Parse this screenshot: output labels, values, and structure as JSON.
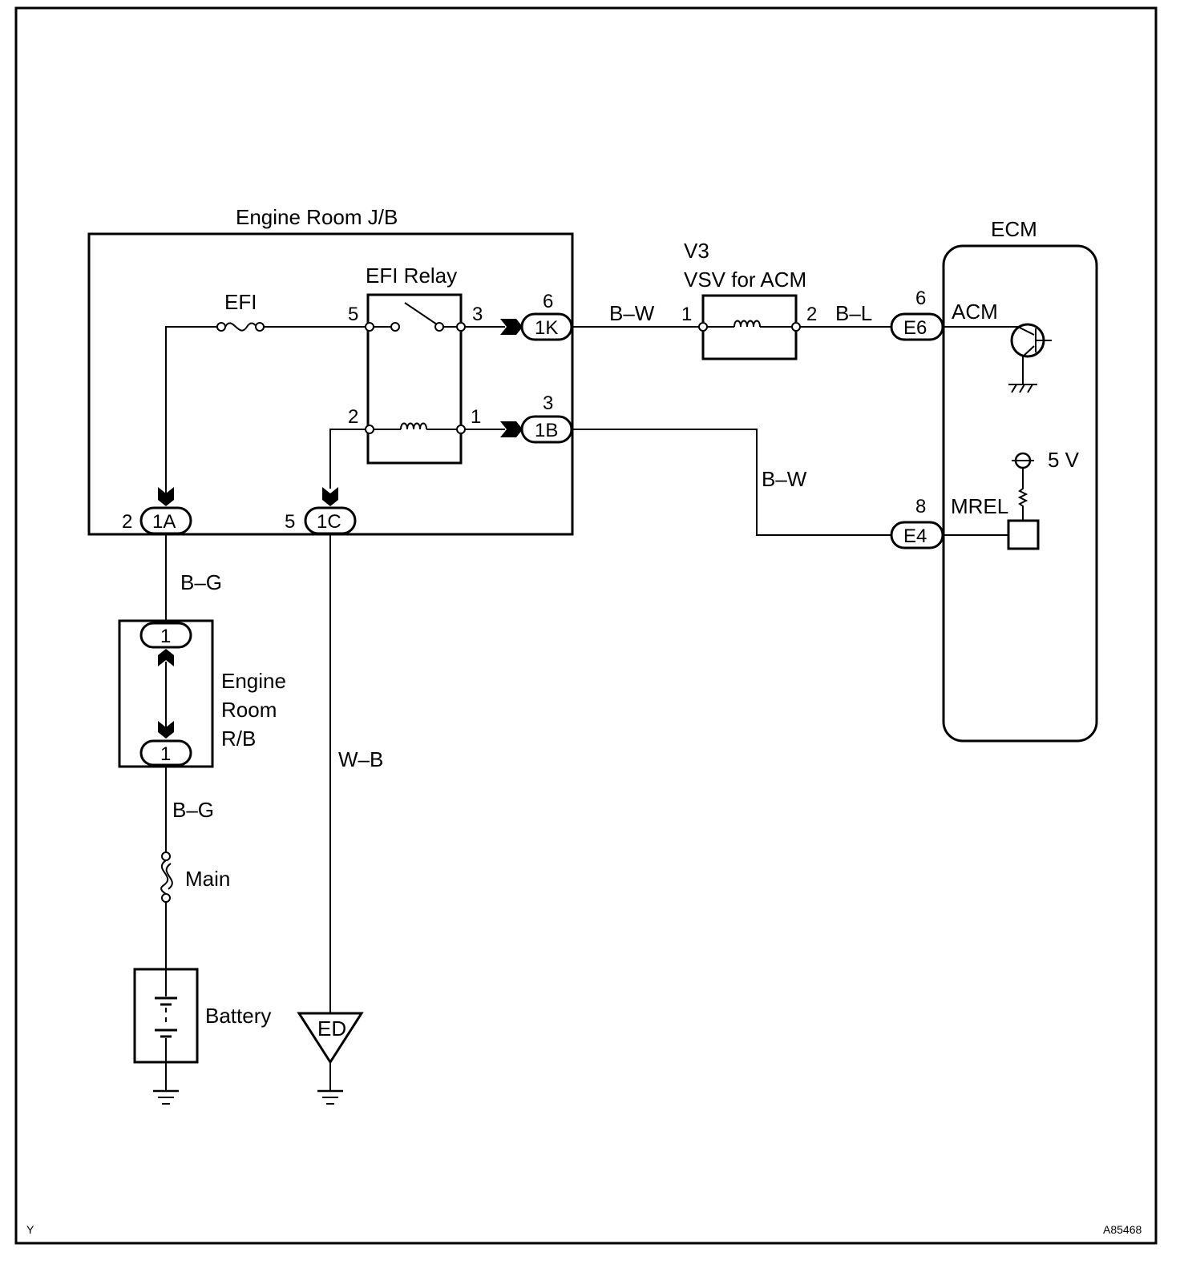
{
  "components": {
    "junction_block": "Engine Room J/B",
    "efi_fuse": "EFI",
    "efi_relay": "EFI Relay",
    "vsv_id": "V3",
    "vsv_name": "VSV for ACM",
    "ecm": "ECM",
    "acm_signal": "ACM",
    "mrel_signal": "MREL",
    "voltage": "5 V",
    "relay_block_line1": "Engine",
    "relay_block_line2": "Room",
    "relay_block_line3": "R/B",
    "main_fuse": "Main",
    "battery": "Battery",
    "ground_point": "ED"
  },
  "pins": {
    "relay_5": "5",
    "relay_3": "3",
    "relay_2": "2",
    "relay_1": "1",
    "conn_1k": "6",
    "conn_1b": "3",
    "conn_1a": "2",
    "conn_1c": "5",
    "vsv_1": "1",
    "vsv_2": "2",
    "ecm_e6": "6",
    "ecm_e4": "8"
  },
  "connectors": {
    "c1k": "1K",
    "c1b": "1B",
    "c1a": "1A",
    "c1c": "1C",
    "e6": "E6",
    "e4": "E4",
    "rb_top": "1",
    "rb_bottom": "1"
  },
  "wires": {
    "jb_to_vsv": "B–W",
    "vsv_to_ecm": "B–L",
    "jb_to_ecm_mrel": "B–W",
    "jb_to_rb": "B–G",
    "rb_to_main": "B–G",
    "jb_to_ground": "W–B"
  },
  "footer": {
    "corner_code": "Y",
    "figure_id": "A85468"
  }
}
